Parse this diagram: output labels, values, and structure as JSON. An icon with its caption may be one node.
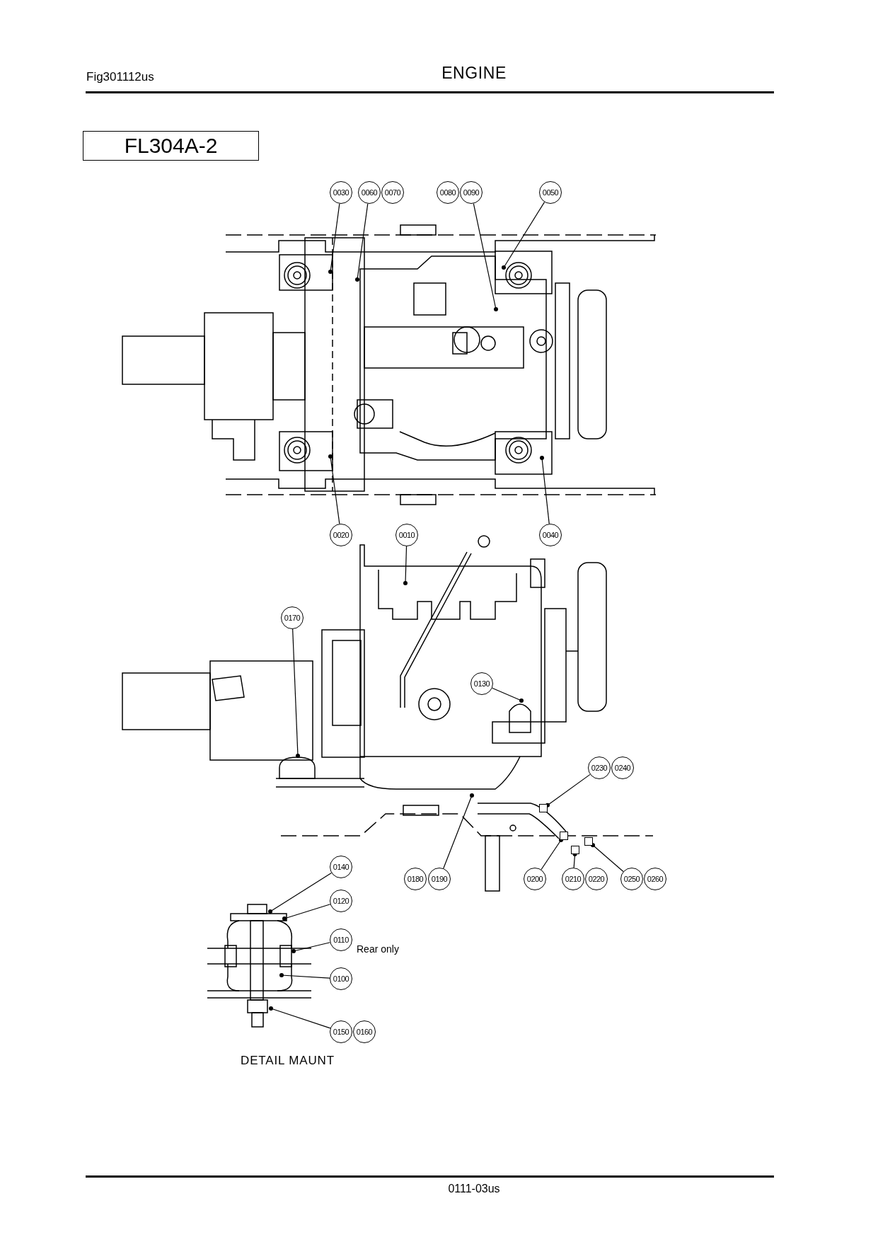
{
  "diagram": {
    "title": "ENGINE",
    "nodes": [
      {
        "text": [
          "0030"
        ]
      },
      {
        "text": [
          "0060"
        ]
      },
      {
        "text": [
          "0070"
        ]
      },
      {
        "text": [
          "0080"
        ]
      },
      {
        "text": [
          "0090"
        ]
      },
      {
        "text": [
          "0050"
        ]
      },
      {
        "text": [
          "0020"
        ]
      },
      {
        "text": [
          "0010"
        ]
      },
      {
        "text": [
          "0040"
        ]
      },
      {
        "text": [
          "0170"
        ]
      },
      {
        "text": [
          "0130"
        ]
      },
      {
        "text": [
          "0230"
        ]
      },
      {
        "text": [
          "0240"
        ]
      },
      {
        "text": [
          "0180"
        ]
      },
      {
        "text": [
          "0190"
        ]
      },
      {
        "text": [
          "0200"
        ]
      },
      {
        "text": [
          "0210"
        ]
      },
      {
        "text": [
          "0220"
        ]
      },
      {
        "text": [
          "0250"
        ]
      },
      {
        "text": [
          "0260"
        ]
      },
      {
        "text": [
          "0140"
        ]
      },
      {
        "text": [
          "0120"
        ]
      },
      {
        "text": [
          "0110"
        ],
        "beside": [
          "Rear only"
        ]
      },
      {
        "text": [
          "0100"
        ]
      },
      {
        "text": [
          "0150"
        ]
      },
      {
        "text": [
          "0160"
        ]
      },
      {
        "text": [],
        "shape": "box"
      },
      {
        "text": [],
        "shape": "box"
      },
      {
        "text": [],
        "shape": "box"
      },
      {
        "text": [],
        "shape": "box"
      }
    ],
    "edges": [
      {
        "from": 0,
        "to": null,
        "arrow": "other"
      },
      {
        "from": 1,
        "to": null,
        "arrow": "other"
      },
      {
        "from": 4,
        "to": null,
        "arrow": "other"
      },
      {
        "from": 5,
        "to": null,
        "arrow": "other"
      },
      {
        "from": 6,
        "to": null,
        "arrow": "other"
      },
      {
        "from": 7,
        "to": null,
        "arrow": "other"
      },
      {
        "from": 8,
        "to": null,
        "arrow": "other"
      },
      {
        "from": 9,
        "to": null,
        "arrow": "other"
      },
      {
        "from": 10,
        "to": null,
        "arrow": "other"
      },
      {
        "from": 11,
        "to": 29,
        "arrow": "other"
      },
      {
        "from": 14,
        "to": null,
        "arrow": "other"
      },
      {
        "from": 15,
        "to": 26,
        "arrow": "other"
      },
      {
        "from": 16,
        "to": 27,
        "arrow": "other"
      },
      {
        "from": 18,
        "to": 28,
        "arrow": "other"
      },
      {
        "from": 20,
        "to": null,
        "arrow": "other"
      },
      {
        "from": 21,
        "to": null,
        "arrow": "other"
      },
      {
        "from": 22,
        "to": null,
        "arrow": "other"
      },
      {
        "from": 23,
        "to": null,
        "arrow": "other"
      },
      {
        "from": 24,
        "to": null,
        "arrow": "other"
      }
    ],
    "labels": [
      "Fig301112us",
      "FL304A-2",
      "DETAIL MAUNT",
      "0111-03us"
    ]
  }
}
